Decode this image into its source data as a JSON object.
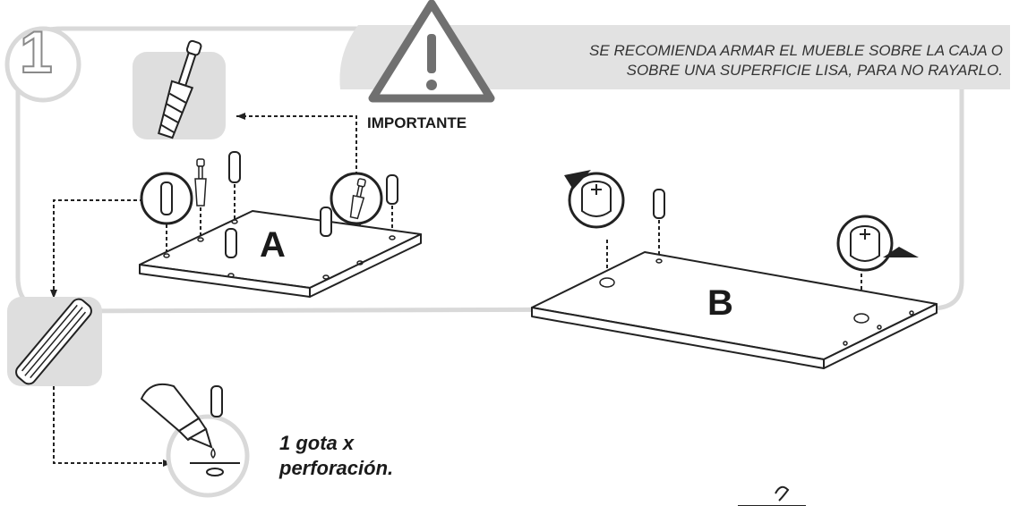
{
  "step": {
    "number": "1"
  },
  "notice": {
    "line1": "SE RECOMIENDA ARMAR EL MUEBLE SOBRE LA CAJA O",
    "line2": "SOBRE UNA SUPERFICIE LISA, PARA NO RAYARLO.",
    "important_label": "IMPORTANTE"
  },
  "parts": {
    "a_label": "A",
    "b_label": "B"
  },
  "glue": {
    "line1": "1 gota x",
    "line2": "perforación."
  },
  "colors": {
    "panel_gray": "#e2e2e2",
    "outline": "#9a9a9a",
    "ink": "#1a1a1a"
  }
}
